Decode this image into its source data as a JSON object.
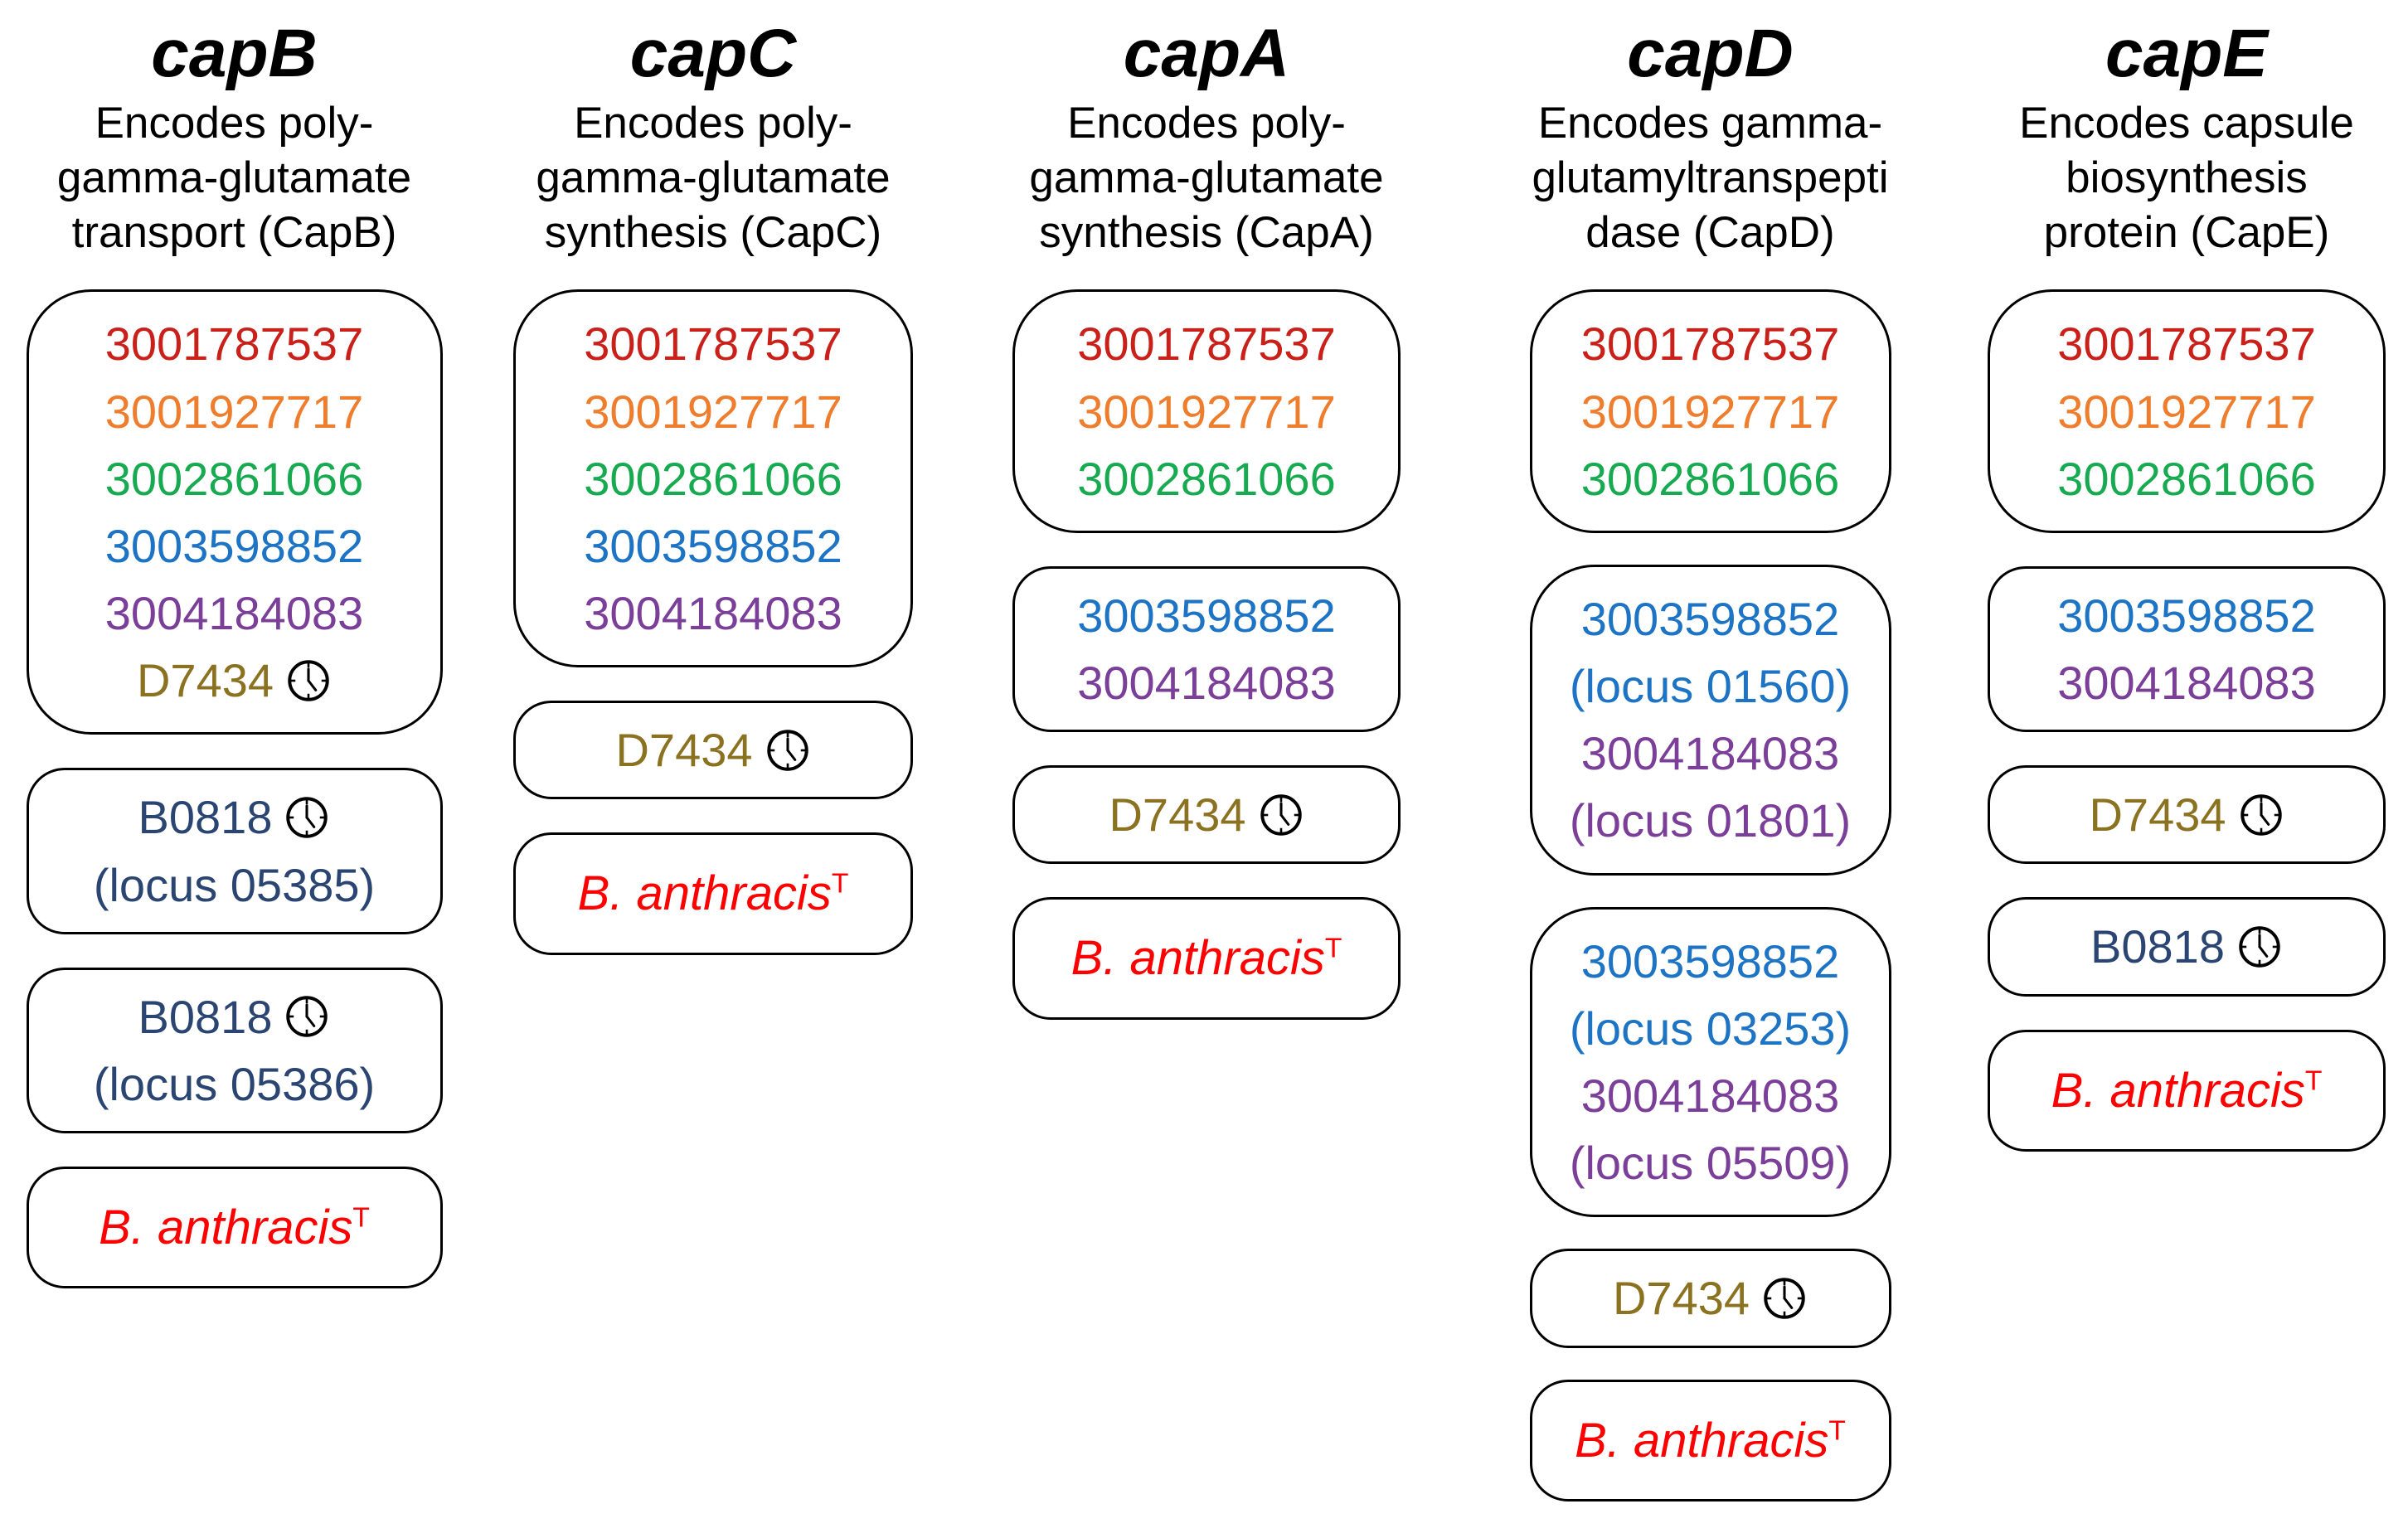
{
  "colors": {
    "red_id": "#C9201A",
    "orange_id": "#EF7D2E",
    "green_id": "#18AA50",
    "blue_id": "#1D73C4",
    "purple_id": "#7B3F99",
    "olive_id": "#8A7220",
    "navy_id": "#2B4572",
    "strain_red": "#FF0000",
    "box_border": "#000000"
  },
  "icons": {
    "clock": "clock-icon"
  },
  "columns": [
    {
      "gene": "capB",
      "description_lines": [
        "Encodes poly-",
        "gamma-glutamate",
        "transport (CapB)"
      ],
      "boxes": [
        {
          "large": true,
          "lines": [
            {
              "text": "3001787537",
              "color": "red_id"
            },
            {
              "text": "3001927717",
              "color": "orange_id"
            },
            {
              "text": "3002861066",
              "color": "green_id"
            },
            {
              "text": "3003598852",
              "color": "blue_id"
            },
            {
              "text": "3004184083",
              "color": "purple_id"
            },
            {
              "text": "D7434",
              "color": "olive_id",
              "clock": true
            }
          ]
        },
        {
          "lines": [
            {
              "text": "B0818",
              "color": "navy_id",
              "clock": true
            },
            {
              "text": "(locus 05385)",
              "color": "navy_id"
            }
          ]
        },
        {
          "lines": [
            {
              "text": "B0818",
              "color": "navy_id",
              "clock": true
            },
            {
              "text": "(locus 05386)",
              "color": "navy_id"
            }
          ]
        },
        {
          "strain": {
            "text": "B. anthracis",
            "superscript": "T",
            "color": "strain_red"
          }
        }
      ]
    },
    {
      "gene": "capC",
      "description_lines": [
        "Encodes poly-",
        "gamma-glutamate",
        "synthesis (CapC)"
      ],
      "boxes": [
        {
          "large": true,
          "lines": [
            {
              "text": "3001787537",
              "color": "red_id"
            },
            {
              "text": "3001927717",
              "color": "orange_id"
            },
            {
              "text": "3002861066",
              "color": "green_id"
            },
            {
              "text": "3003598852",
              "color": "blue_id"
            },
            {
              "text": "3004184083",
              "color": "purple_id"
            }
          ]
        },
        {
          "lines": [
            {
              "text": "D7434",
              "color": "olive_id",
              "clock": true
            }
          ]
        },
        {
          "strain": {
            "text": "B. anthracis",
            "superscript": "T",
            "color": "strain_red"
          }
        }
      ]
    },
    {
      "gene": "capA",
      "description_lines": [
        "Encodes poly-",
        "gamma-glutamate",
        "synthesis (CapA)"
      ],
      "boxes": [
        {
          "large": true,
          "lines": [
            {
              "text": "3001787537",
              "color": "red_id"
            },
            {
              "text": "3001927717",
              "color": "orange_id"
            },
            {
              "text": "3002861066",
              "color": "green_id"
            }
          ]
        },
        {
          "lines": [
            {
              "text": "3003598852",
              "color": "blue_id"
            },
            {
              "text": "3004184083",
              "color": "purple_id"
            }
          ]
        },
        {
          "lines": [
            {
              "text": "D7434",
              "color": "olive_id",
              "clock": true
            }
          ]
        },
        {
          "strain": {
            "text": "B. anthracis",
            "superscript": "T",
            "color": "strain_red"
          }
        }
      ]
    },
    {
      "gene": "capD",
      "description_lines": [
        "Encodes gamma-",
        "glutamyltranspepti",
        "dase (CapD)"
      ],
      "boxes": [
        {
          "large": true,
          "lines": [
            {
              "text": "3001787537",
              "color": "red_id"
            },
            {
              "text": "3001927717",
              "color": "orange_id"
            },
            {
              "text": "3002861066",
              "color": "green_id"
            }
          ]
        },
        {
          "large": true,
          "lines": [
            {
              "text": "3003598852",
              "color": "blue_id"
            },
            {
              "text": "(locus 01560)",
              "color": "blue_id"
            },
            {
              "text": "3004184083",
              "color": "purple_id"
            },
            {
              "text": "(locus 01801)",
              "color": "purple_id"
            }
          ]
        },
        {
          "large": true,
          "lines": [
            {
              "text": "3003598852",
              "color": "blue_id"
            },
            {
              "text": "(locus 03253)",
              "color": "blue_id"
            },
            {
              "text": "3004184083",
              "color": "purple_id"
            },
            {
              "text": "(locus 05509)",
              "color": "purple_id"
            }
          ]
        },
        {
          "lines": [
            {
              "text": "D7434",
              "color": "olive_id",
              "clock": true
            }
          ]
        },
        {
          "strain": {
            "text": "B. anthracis",
            "superscript": "T",
            "color": "strain_red"
          }
        }
      ]
    },
    {
      "gene": "capE",
      "description_lines": [
        "Encodes capsule",
        "biosynthesis",
        "protein (CapE)"
      ],
      "boxes": [
        {
          "large": true,
          "lines": [
            {
              "text": "3001787537",
              "color": "red_id"
            },
            {
              "text": "3001927717",
              "color": "orange_id"
            },
            {
              "text": "3002861066",
              "color": "green_id"
            }
          ]
        },
        {
          "lines": [
            {
              "text": "3003598852",
              "color": "blue_id"
            },
            {
              "text": "3004184083",
              "color": "purple_id"
            }
          ]
        },
        {
          "lines": [
            {
              "text": "D7434",
              "color": "olive_id",
              "clock": true
            }
          ]
        },
        {
          "lines": [
            {
              "text": "B0818",
              "color": "navy_id",
              "clock": true
            }
          ]
        },
        {
          "strain": {
            "text": "B. anthracis",
            "superscript": "T",
            "color": "strain_red"
          }
        }
      ]
    }
  ]
}
